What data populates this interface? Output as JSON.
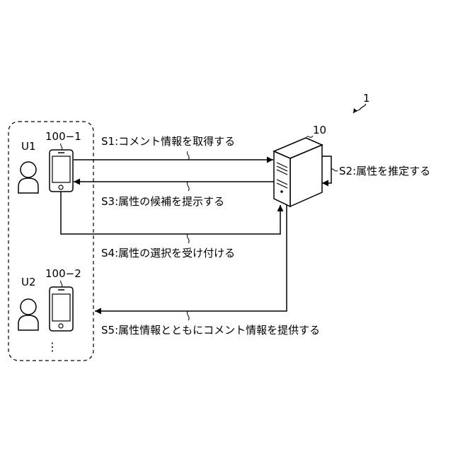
{
  "figure": {
    "system_ref": "1",
    "server_ref": "10",
    "user1": {
      "label": "U1",
      "terminal": "100−1"
    },
    "user2": {
      "label": "U2",
      "terminal": "100−2"
    },
    "ellipsis": "⋮",
    "steps": {
      "s1": "S1:コメント情報を取得する",
      "s2": "S2:属性を推定する",
      "s3": "S3:属性の候補を提示する",
      "s4": "S4:属性の選択を受け付ける",
      "s5": "S5:属性情報とともにコメント情報を提供する"
    }
  }
}
